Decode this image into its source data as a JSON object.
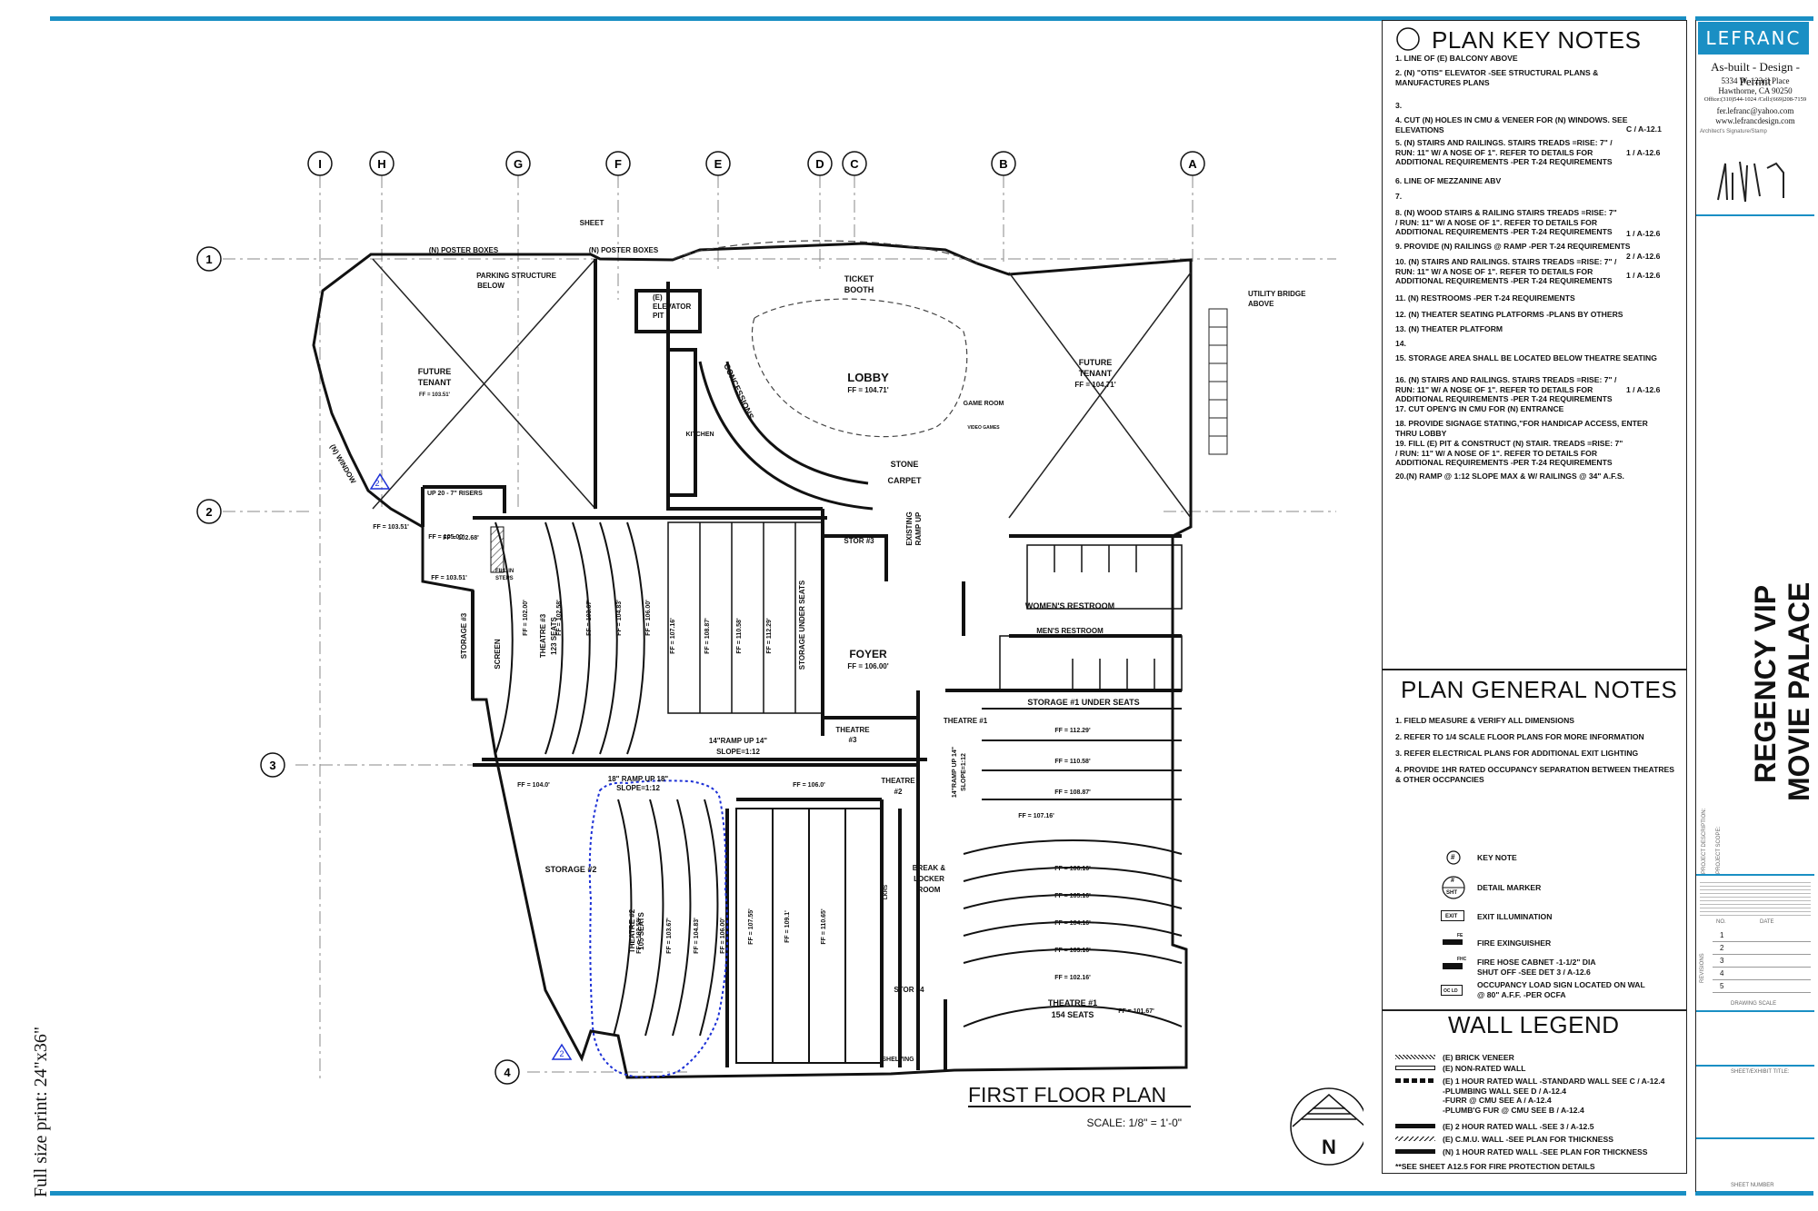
{
  "key_notes": {
    "title": "PLAN KEY NOTES",
    "items": [
      {
        "text": "1.  LINE OF (E) BALCONY  ABOVE",
        "ref": ""
      },
      {
        "text": "2.  (N) \"OTIS\" ELEVATOR -SEE STRUCTURAL PLANS &\n     MANUFACTURES PLANS",
        "ref": ""
      },
      {
        "text": "3.",
        "ref": ""
      },
      {
        "text": "4.  CUT (N) HOLES IN CMU & VENEER FOR (N) WINDOWS.  SEE\n     ELEVATIONS",
        "ref": "C / A-12.1"
      },
      {
        "text": "5.  (N) STAIRS AND RAILINGS.  STAIRS TREADS =RISE: 7\" /\n     RUN: 11\" W/ A NOSE OF 1\". REFER TO DETAILS FOR\n     ADDITIONAL REQUIREMENTS -PER T-24 REQUIREMENTS",
        "ref": "1 / A-12.6"
      },
      {
        "text": "6.  LINE OF MEZZANINE ABV",
        "ref": ""
      },
      {
        "text": "7.",
        "ref": ""
      },
      {
        "text": "8.  (N) WOOD STAIRS & RAILING STAIRS TREADS =RISE: 7\"\n     / RUN: 11\" W/ A NOSE OF 1\". REFER TO DETAILS FOR\n     ADDITIONAL REQUIREMENTS -PER T-24 REQUIREMENTS",
        "ref": "1 / A-12.6"
      },
      {
        "text": "9.  PROVIDE (N) RAILINGS @ RAMP -PER T-24 REQUIREMENTS",
        "ref": ""
      },
      {
        "text": "10. (N) STAIRS AND RAILINGS.  STAIRS TREADS =RISE: 7\" /\n     RUN: 11\" W/ A NOSE OF 1\". REFER TO DETAILS FOR\n     ADDITIONAL REQUIREMENTS -PER T-24 REQUIREMENTS",
        "ref": "2 / A-12.6\n\n1 / A-12.6"
      },
      {
        "text": "11. (N) RESTROOMS -PER T-24 REQUIREMENTS",
        "ref": ""
      },
      {
        "text": "12. (N) THEATER SEATING PLATFORMS -PLANS BY OTHERS",
        "ref": ""
      },
      {
        "text": "13. (N) THEATER PLATFORM",
        "ref": ""
      },
      {
        "text": "14.",
        "ref": ""
      },
      {
        "text": "15. STORAGE AREA SHALL BE LOCATED BELOW THEATRE SEATING",
        "ref": ""
      },
      {
        "text": "16. (N) STAIRS AND RAILINGS.  STAIRS TREADS =RISE: 7\" /\n     RUN: 11\" W/ A NOSE OF 1\". REFER TO DETAILS FOR\n     ADDITIONAL REQUIREMENTS -PER T-24 REQUIREMENTS",
        "ref": "1 / A-12.6"
      },
      {
        "text": "17. CUT OPEN'G IN CMU FOR (N) ENTRANCE",
        "ref": ""
      },
      {
        "text": "18. PROVIDE SIGNAGE STATING,\"FOR HANDICAP ACCESS, ENTER\n     THRU LOBBY",
        "ref": ""
      },
      {
        "text": "19. FILL (E) PIT & CONSTRUCT (N) STAIR. TREADS =RISE: 7\"\n     / RUN: 11\" W/ A NOSE OF 1\". REFER TO DETAILS FOR\n     ADDITIONAL REQUIREMENTS -PER T-24 REQUIREMENTS",
        "ref": ""
      },
      {
        "text": "20.(N) RAMP @ 1:12 SLOPE MAX & W/ RAILINGS @ 34\" A.F.S.",
        "ref": ""
      }
    ]
  },
  "general_notes": {
    "title": "PLAN GENERAL NOTES",
    "items": [
      "1. FIELD MEASURE & VERIFY ALL DIMENSIONS",
      "2. REFER TO 1/4 SCALE FLOOR PLANS FOR MORE INFORMATION",
      "3. REFER ELECTRICAL PLANS FOR ADDITIONAL EXIT LIGHTING",
      "4. PROVIDE 1HR RATED OCCUPANCY SEPARATION BETWEEN THEATRES\n    & OTHER OCCPANCIES"
    ]
  },
  "symbols": {
    "key_note": "KEY NOTE",
    "key_note_glyph": "#",
    "detail_marker": "DETAIL MARKER",
    "detail_glyph_top": "#",
    "detail_glyph_bottom": "SHT",
    "exit": "EXIT ILLUMINATION",
    "exit_glyph": "EXIT",
    "fire_ext": "FIRE EXINGUISHER",
    "fire_ext_glyph": "FE",
    "fire_hose": "FIRE HOSE CABNET -1-1/2\" DIA\nSHUT OFF -SEE DET 3 / A-12.6",
    "fire_hose_glyph": "FHC",
    "occupancy": "OCCUPANCY LOAD SIGN LOCATED ON WAL\n@ 80\" A.F.F. -PER OCFA",
    "occupancy_glyph": "OC LD"
  },
  "wall_legend": {
    "title": "WALL LEGEND",
    "items": [
      "(E) BRICK VENEER",
      "(E) NON-RATED WALL",
      "(E) 1 HOUR RATED WALL -STANDARD WALL SEE C / A-12.4\n                                      -PLUMBING WALL SEE D / A-12.4\n                                      -FURR @ CMU SEE A / A-12.4\n                                      -PLUMB'G FUR @ CMU SEE B / A-12.4",
      "(E) 2 HOUR RATED WALL -SEE 3 / A-12.5",
      "(E) C.M.U. WALL -SEE PLAN FOR THICKNESS",
      "(N) 1 HOUR RATED WALL -SEE PLAN FOR THICKNESS"
    ],
    "footnote": "**SEE SHEET A12.5 FOR FIRE PROTECTION DETAILS"
  },
  "title_block": {
    "logo": "LEFRANC",
    "tagline": "As-built - Design - Permit",
    "address1": "5334 W. 123rd Place",
    "address2": "Hawthorne, CA 90250",
    "phone": "Office:(310)544-1024 /Cell:(669)208-7159",
    "email": "fer.lefranc@yahoo.com",
    "web": "www.lefrancdesign.com",
    "signature_label": "Architect's Signature/Stamp",
    "project_line1": "REGENCY VIP",
    "project_line2": "MOVIE PALACE",
    "project_desc_label": "PROJECT DESCRIPTION:",
    "project_scope_label": "PROJECT SCOPE:",
    "revisions_label": "REVISIONS",
    "rev_no": "NO.",
    "rev_date": "DATE",
    "rev_rows": [
      "1",
      "2",
      "3",
      "4",
      "5"
    ],
    "drawing_scale_label": "DRAWING SCALE",
    "sheet_title_label": "SHEET/EXHIBIT TITLE:",
    "sheet_number_label": "SHEET NUMBER"
  },
  "plan": {
    "title": "FIRST FLOOR PLAN",
    "scale": "SCALE:  1/8\" =  1'-0\"",
    "north": "N",
    "print_size": "Full size print: 24\"x36\"",
    "grid_cols": [
      "I",
      "H",
      "G",
      "F",
      "E",
      "D",
      "C",
      "B",
      "A"
    ],
    "grid_rows": [
      "1",
      "2",
      "3",
      "4"
    ],
    "labels": {
      "future_tenant_l": "FUTURE",
      "future_tenant_l2": "TENANT",
      "ff_10351": "FF = 103.51'",
      "future_tenant_r": "FUTURE",
      "future_tenant_r2": "TENANT",
      "ff_10471": "FF = 104.71'",
      "lobby": "LOBBY",
      "ff_lobby": "FF = 104.71'",
      "ticket_booth": "TICKET",
      "ticket_booth2": "BOOTH",
      "concessions": "CONCESSIONS",
      "kitchen": "KITCHEN",
      "elevator": "(E)",
      "elevator2": "ELEVATOR",
      "elevator3": "PIT",
      "game_room": "GAME ROOM",
      "video_games": "VIDEO GAMES",
      "stone": "STONE",
      "carpet": "CARPET",
      "existing_ramp": "EXISTING",
      "existing_ramp2": "RAMP UP",
      "womens": "WOMEN'S RESTROOM",
      "mens": "MEN'S RESTROOM",
      "foyer": "FOYER",
      "ff_foyer": "FF = 106.00'",
      "theatre3": "THEATRE #3",
      "theatre3_seats": "123 SEATS",
      "theatre3_small": "THEATRE",
      "theatre3_small2": "#3",
      "theatre2": "THEATRE #2",
      "theatre2_seats": "105 SEATS",
      "theatre2_small": "THEATRE",
      "theatre2_small2": "#2",
      "theatre1": "THEATRE #1",
      "theatre1_seats": "154 SEATS",
      "theatre1_small": "THEATRE #1",
      "storage1": "STORAGE #1 UNDER SEATS",
      "storage2": "STORAGE #2",
      "storage3": "STORAGE #3",
      "storage_under": "STORAGE UNDER SEATS",
      "stor3": "STOR #3",
      "stor4": "STOR #4",
      "break_room": "BREAK &",
      "break_room2": "LOCKER",
      "break_room3": "ROOM",
      "screen": "SCREEN",
      "poster1": "(N) POSTER BOXES",
      "poster2": "(N) POSTER BOXES",
      "parking": "PARKING STRUCTURE",
      "parking2": "BELOW",
      "utility": "UTILITY BRIDGE",
      "utility2": "ABOVE",
      "window": "(N) WINDOW",
      "ramp14": "14\"RAMP UP 14\"",
      "slope14": "SLOPE=1:12",
      "ramp18": "18\" RAMP UP 18\"",
      "slope18": "SLOPE=1:12",
      "ramp_vert": "14\"RAMP UP 14\"",
      "ramp_vert2": "SLOPE=1:12",
      "fill_steps": "FILL IN",
      "fill_steps2": "STEPS",
      "up_risers": "UP  20 - 7\" RISERS",
      "shelving": "SHELVING",
      "lkrs": "LKRS",
      "sheet": "SHEET",
      "ff_t3": [
        "FF = 102.00'",
        "FF = 102.58'",
        "FF = 103.67'",
        "FF = 104.83'",
        "FF = 106.00'",
        "FF = 107.16'",
        "FF = 108.87'",
        "FF = 110.58'",
        "FF = 112.29'"
      ],
      "ff_t2": [
        "FF = 102.58'",
        "FF = 103.67'",
        "FF = 104.83'",
        "FF = 106.00'",
        "FF = 107.55'",
        "FF = 109.1'",
        "FF = 110.65'"
      ],
      "ff_t1": [
        "FF = 112.29'",
        "FF = 110.58'",
        "FF = 108.87'",
        "FF = 106.16'",
        "FF = 105.16'",
        "FF = 104.16'",
        "FF = 103.16'",
        "FF = 102.16'",
        "FF = 101.67'"
      ],
      "ff_misc": [
        "FF = 105.00'",
        "FF = 102.68'",
        "FF = 103.51'",
        "FF = 104.0'",
        "FF = 106.0'",
        "FF = 107.16'",
        "FF = 103.51'"
      ]
    }
  }
}
